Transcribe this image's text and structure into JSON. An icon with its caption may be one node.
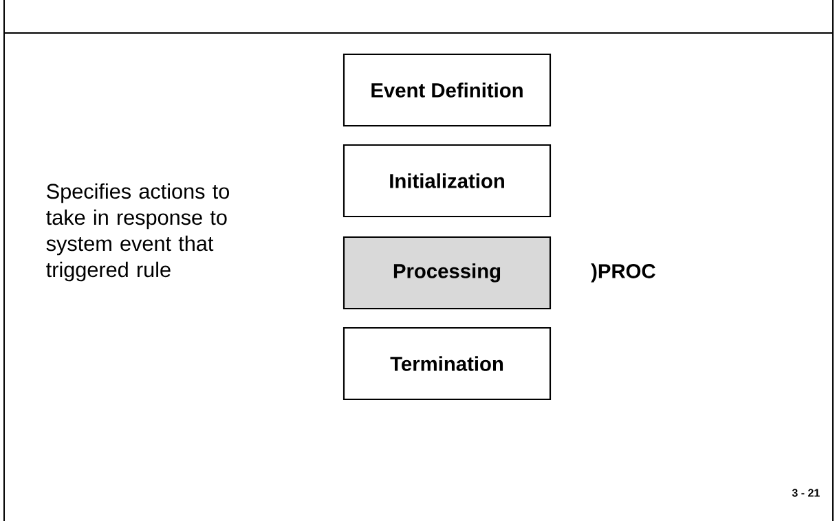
{
  "diagram": {
    "nodes": [
      {
        "text": [
          "Event Definition"
        ]
      },
      {
        "text": [
          "Initialization"
        ]
      },
      {
        "text": [
          "Processing"
        ],
        "beside": [
          ")PROC"
        ]
      },
      {
        "text": [
          "Termination"
        ]
      }
    ],
    "labels": [
      "Specifies actions to take in response to system event that triggered rule",
      "3 - 21"
    ]
  }
}
